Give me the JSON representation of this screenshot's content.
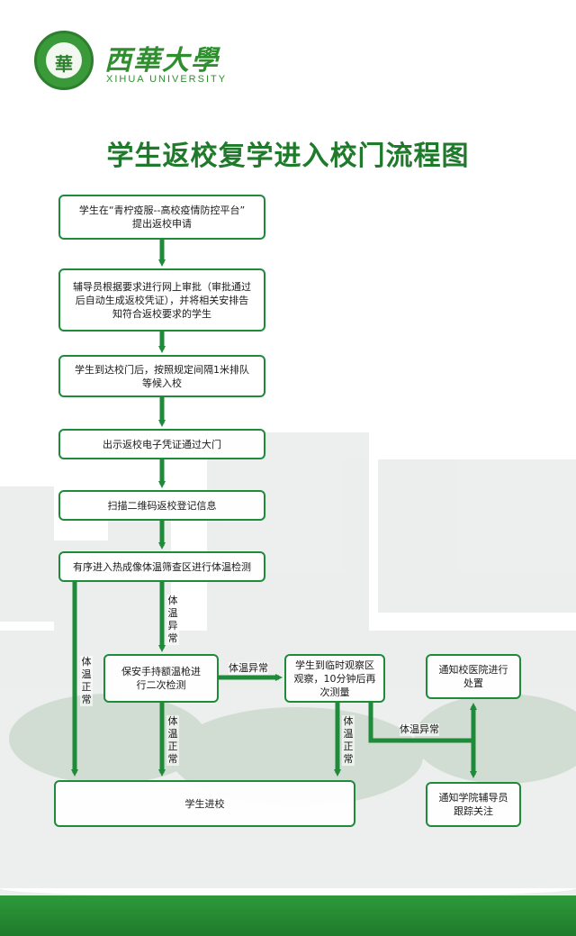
{
  "header": {
    "logo_glyph": "華",
    "brand_cn": "西華大學",
    "brand_en": "XIHUA UNIVERSITY"
  },
  "title": "学生返校复学进入校门流程图",
  "steps": {
    "apply_l1": "学生在“青柠疫服--高校疫情防控平台”",
    "apply_l2": "提出返校申请",
    "approve_l1": "辅导员根据要求进行网上审批（审批通过",
    "approve_l2": "后自动生成返校凭证），并将相关安排告",
    "approve_l3": "知符合返校要求的学生",
    "arrive_l1": "学生到达校门后，按照规定间隔1米排队",
    "arrive_l2": "等候入校",
    "show_pass": "出示返校电子凭证通过大门",
    "scan_qr": "扫描二维码返校登记信息",
    "thermal": "有序进入热成像体温筛查区进行体温检测",
    "recheck_l1": "保安手持额温枪进",
    "recheck_l2": "行二次检测",
    "observe_l1": "学生到临时观察区",
    "observe_l2": "观察，10分钟后再",
    "observe_l3": "次测量",
    "hospital_l1": "通知校医院进行",
    "hospital_l2": "处置",
    "counselor_l1": "通知学院辅导员",
    "counselor_l2": "跟踪关注",
    "enter": "学生进校"
  },
  "edge_labels": {
    "temp_abnormal_v": "体温异常",
    "temp_normal_left": "体温正常",
    "temp_abnormal_h": "体温异常",
    "temp_normal_mid": "体温正常",
    "temp_normal_right": "体温正常",
    "temp_abnormal_branch": "体温异常"
  },
  "colors": {
    "accent_green": "#1f8a3a",
    "title_green": "#1f7a2b",
    "footer_green": "#2e9a3c"
  }
}
